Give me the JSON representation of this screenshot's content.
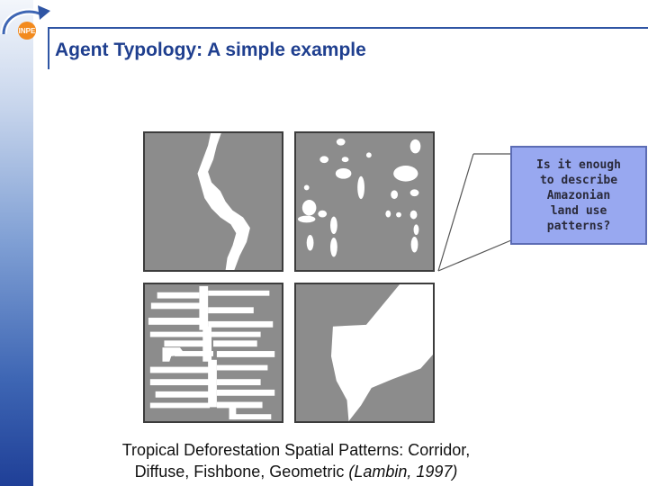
{
  "slide": {
    "title": "Agent Typology: A simple example",
    "logo_text": "INPE"
  },
  "callout": {
    "text": "Is it enough\nto describe\nAmazonian\nland use\npatterns?"
  },
  "caption": {
    "line1": "Tropical Deforestation Spatial Patterns: Corridor,",
    "line2_main": "Diffuse, Fishbone, Geometric ",
    "line2_citation": "(Lambin, 1997)"
  },
  "colors": {
    "title": "#1f3f8f",
    "callout_fill": "#98a8f0",
    "panel_background": "#8c8c8c",
    "cleared_land": "#ffffff"
  }
}
